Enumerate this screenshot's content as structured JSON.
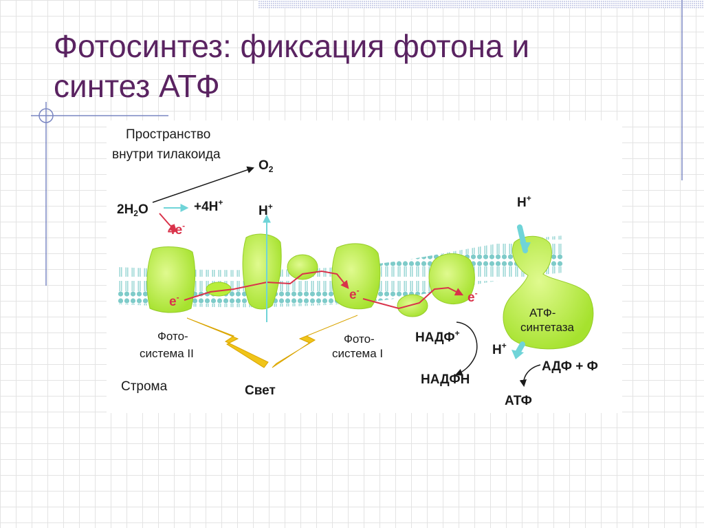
{
  "slide": {
    "title": "Фотосинтез: фиксация фотона и синтез АТФ"
  },
  "diagram": {
    "thylakoid_space_label_line1": "Пространство",
    "thylakoid_space_label_line2": "внутри тилакоида",
    "o2_label": "O",
    "o2_sub": "2",
    "water_label_a": "2H",
    "water_label_sub": "2",
    "water_label_b": "O",
    "protons_4h": "+4H",
    "protons_4h_sup": "+",
    "electrons_4e": "4e",
    "electrons_4e_sup": "-",
    "h_plus_cytochrome": "H",
    "h_plus_cytochrome_sup": "+",
    "e_ps2": "e",
    "e_ps1": "e",
    "e_fnr": "e",
    "e_sup": "-",
    "photosystem2_line1": "Фото-",
    "photosystem2_line2": "система II",
    "photosystem1_line1": "Фото-",
    "photosystem1_line2": "система I",
    "stroma_label": "Строма",
    "light_label": "Свет",
    "nadp_label": "НАДФ",
    "nadp_sup": "+",
    "nadph_label": "НАДФН",
    "h_plus_top": "H",
    "h_plus_top_sup": "+",
    "h_plus_bottom": "H",
    "h_plus_bottom_sup": "+",
    "atp_synthase_line1": "АТФ-",
    "atp_synthase_line2": "синтетаза",
    "adp_label": "АДФ + Ф",
    "atp_label": "АТФ"
  },
  "colors": {
    "title": "#5a2361",
    "protein_fill": "#b8ee3a",
    "protein_light": "#d6f77c",
    "membrane": "#77c8c6",
    "electron_path": "#d9324a",
    "proton_arrow": "#6fd4d8",
    "light_bolt": "#f0c419",
    "text": "#1a1a1a"
  },
  "icons": [
    "lightning-bolt",
    "arrow",
    "curved-arrow"
  ]
}
